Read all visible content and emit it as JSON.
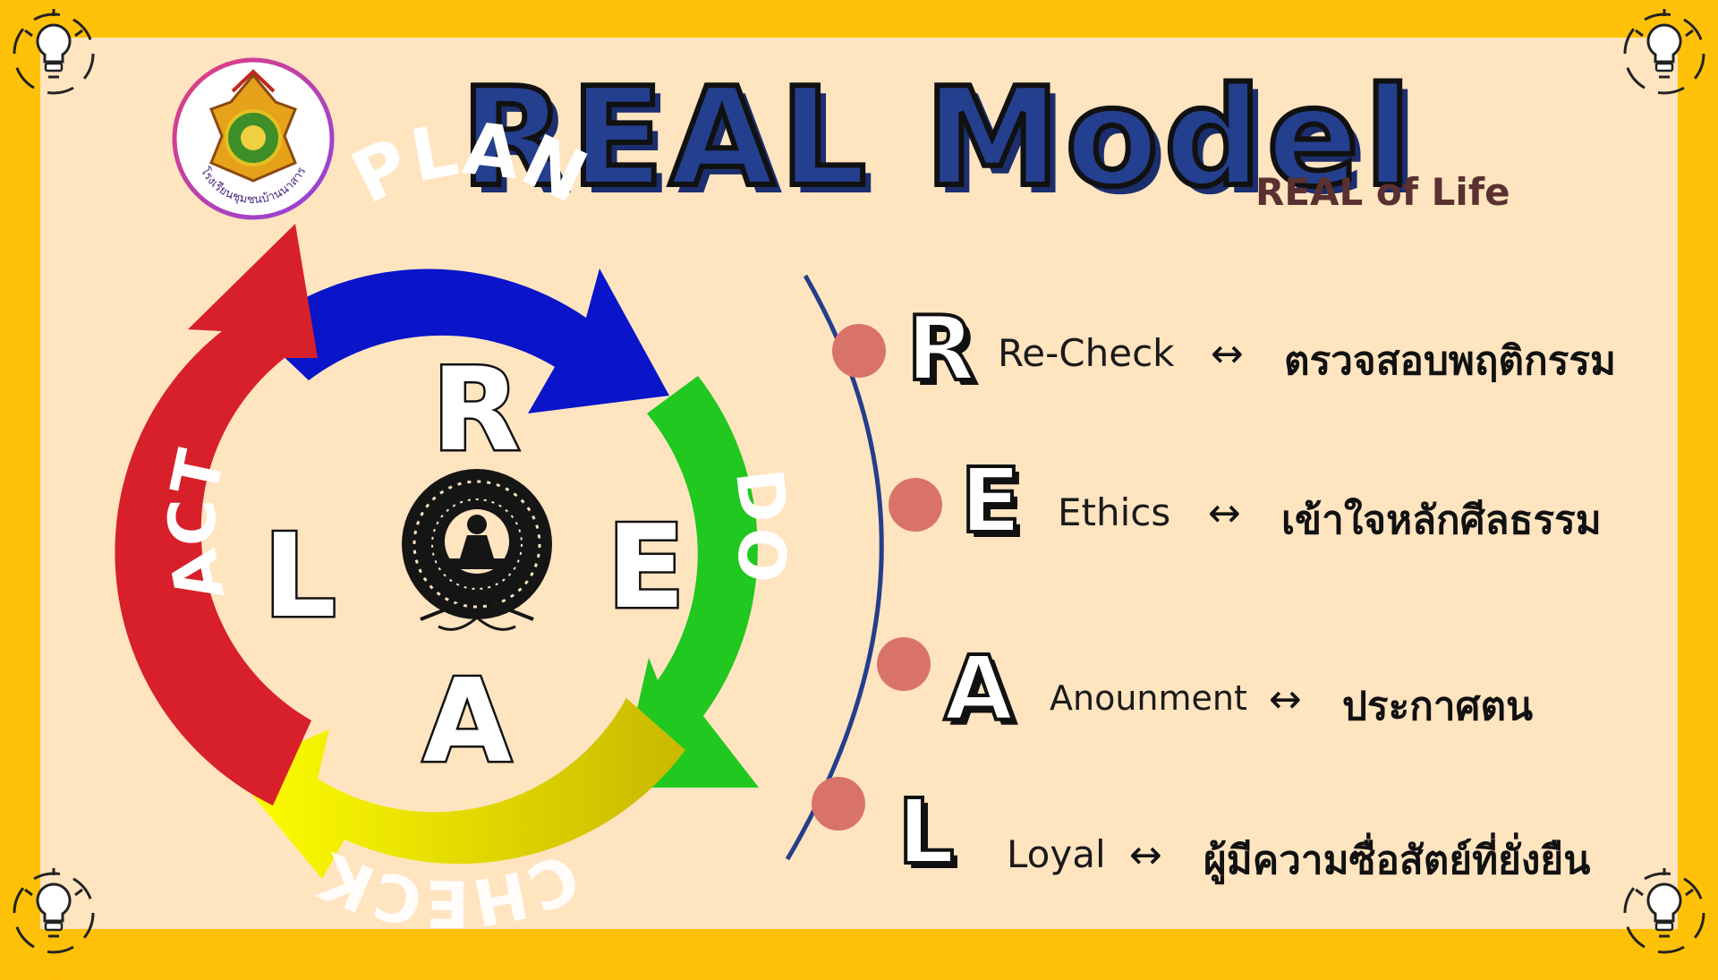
{
  "title": "REAL Model",
  "subtitle": "REAL of Life",
  "logo": {
    "caption": "โรงเรียนชุมชนบ้านนาสาร"
  },
  "colors": {
    "background": "#FFC107",
    "panel": "#FFE4C0",
    "title": "#233F8E",
    "plan": "#0A14C8",
    "do": "#22CC22",
    "check": "#E8E000",
    "act": "#D8202A",
    "dot": "#D9736A",
    "timeline": "#243E8C"
  },
  "cycle": {
    "labels": {
      "plan": "PLAN",
      "do": "DO",
      "check": "CHECK",
      "act": "ACT"
    },
    "letters": {
      "top": "R",
      "right": "E",
      "bottom": "A",
      "left": "L"
    },
    "center_icon": "meditating-buddha-tree-icon"
  },
  "rows": [
    {
      "letter": "R",
      "term": "Re-Check",
      "arrow": "↔",
      "desc": "ตรวจสอบพฤติกรรม"
    },
    {
      "letter": "E",
      "term": "Ethics",
      "arrow": "↔",
      "desc": "เข้าใจหลักศีลธรรม"
    },
    {
      "letter": "A",
      "term": "Anounment",
      "arrow": "↔",
      "desc": "ประกาศตน"
    },
    {
      "letter": "L",
      "term": "Loyal",
      "arrow": "↔",
      "desc": "ผู้มีความซื่อสัตย์ที่ยั่งยืน"
    }
  ],
  "corner_icon": "lightbulb-idea-icon"
}
